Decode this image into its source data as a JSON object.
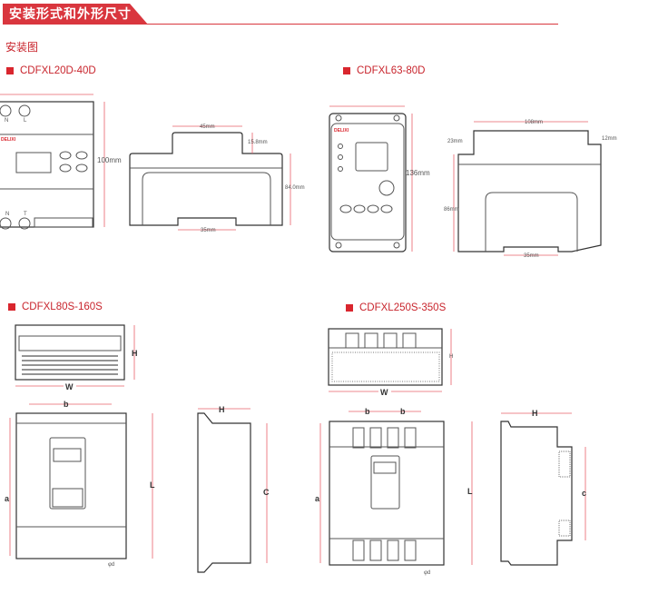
{
  "header": {
    "title": "安装形式和外形尺寸",
    "accent": "#d9363e"
  },
  "subtitle": "安装图",
  "models": [
    {
      "name": "CDFXL20D-40D",
      "dims": {
        "height": "100mm",
        "top": "45mm",
        "step": "15.8mm",
        "body": "84.0mm",
        "rail": "35mm"
      },
      "brand": "DELIXI",
      "terminals_top": [
        "N",
        "L"
      ],
      "terminals_bottom": [
        "N",
        "T"
      ]
    },
    {
      "name": "CDFXL63-80D",
      "dims": {
        "height": "136mm",
        "top": "108mm",
        "left_step": "23mm",
        "right_step": "12mm",
        "body": "86mm",
        "rail": "35mm"
      },
      "brand": "DELIXI"
    },
    {
      "name": "CDFXL80S-160S",
      "dims": {
        "W": "W",
        "H": "H",
        "b": "b",
        "a": "a",
        "L": "L",
        "c": "C",
        "d": "φd"
      }
    },
    {
      "name": "CDFXL250S-350S",
      "dims": {
        "W": "W",
        "H": "H",
        "b": "b",
        "a": "a",
        "L": "L",
        "c": "c",
        "d": "φd"
      }
    }
  ]
}
